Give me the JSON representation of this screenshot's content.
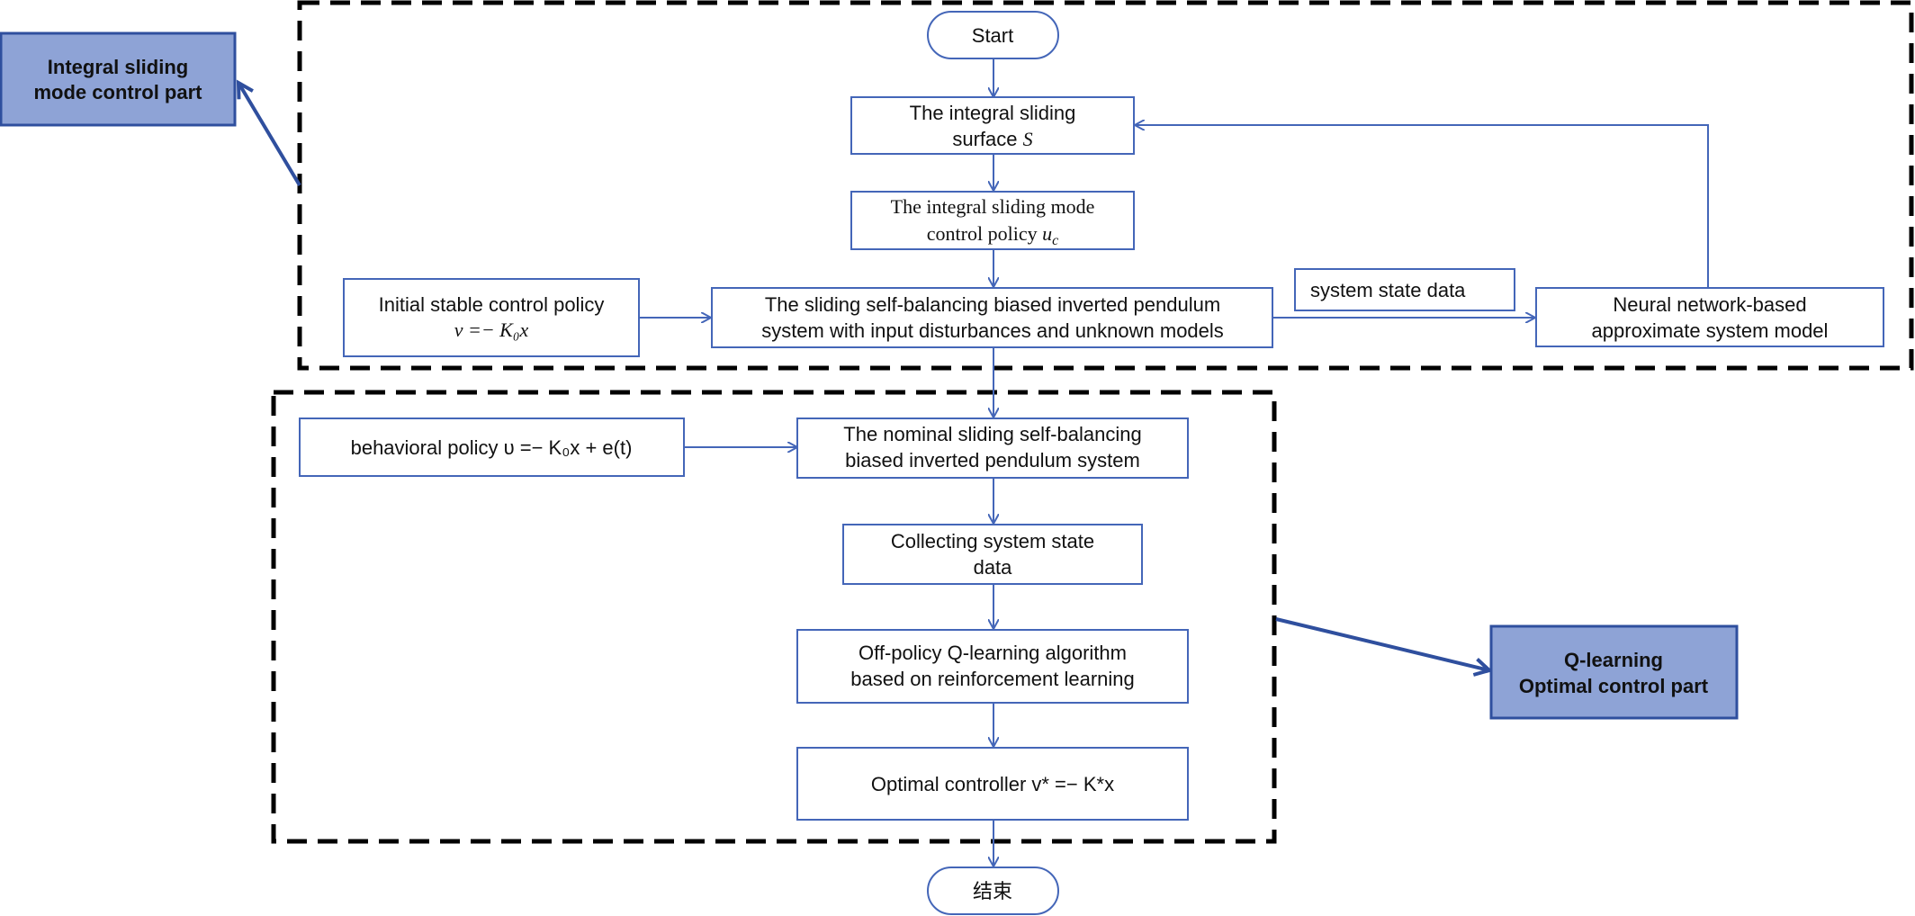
{
  "nodes": {
    "start": "Start",
    "surface": [
      "The integral sliding",
      "surface "
    ],
    "surface_symbol": "S",
    "control": [
      "The integral sliding mode",
      "control policy "
    ],
    "control_symbol": "u",
    "control_sub": "c",
    "initial": [
      "Initial stable control policy"
    ],
    "initial_formula": "v =− K₀x",
    "plant": [
      "The sliding self-balancing biased inverted pendulum",
      "system with input disturbances and unknown models"
    ],
    "state_data": "system state data",
    "nn_model": [
      "Neural network-based",
      "approximate system model"
    ],
    "behavioral": "behavioral policy υ =− K₀x + e(t)",
    "nominal": [
      "The nominal sliding self-balancing",
      "biased inverted pendulum system"
    ],
    "collecting": [
      "Collecting system state",
      "data"
    ],
    "qlearning": [
      "Off-policy Q-learning algorithm",
      "based on reinforcement learning"
    ],
    "optimal": "Optimal controller v* =− K*x",
    "end": "结束"
  },
  "callouts": {
    "ismc": [
      "Integral sliding",
      "mode control part"
    ],
    "qlearn": [
      "Q-learning",
      "Optimal control part"
    ]
  },
  "colors": {
    "box_stroke": "#4466b8",
    "arrow": "#4466b8",
    "callout_fill": "#8ea3d6",
    "callout_stroke": "#2f4f9e",
    "dash": "#000000"
  }
}
